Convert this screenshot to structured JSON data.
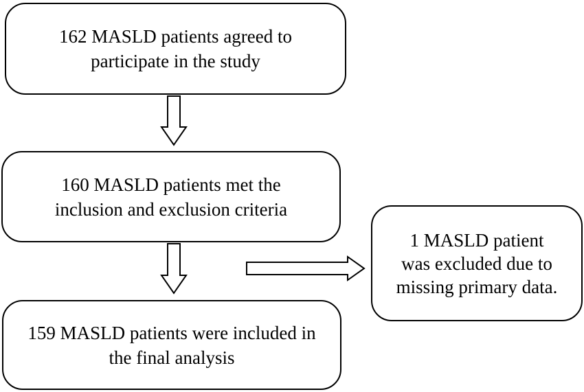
{
  "diagram": {
    "boxes": [
      {
        "id": "box-1",
        "lines": [
          "162 MASLD patients agreed to",
          "participate in the study"
        ]
      },
      {
        "id": "box-2",
        "lines": [
          "160 MASLD patients met the",
          "inclusion and exclusion criteria"
        ]
      },
      {
        "id": "box-3",
        "lines": [
          "159 MASLD patients were included in",
          "the final analysis"
        ]
      },
      {
        "id": "box-4",
        "lines": [
          "1 MASLD patient",
          "was excluded due to",
          "missing primary data."
        ]
      }
    ],
    "arrows": [
      {
        "from": "box-1",
        "to": "box-2",
        "style": "hollow"
      },
      {
        "from": "box-2",
        "to": "box-3",
        "style": "hollow"
      },
      {
        "from": "box-2",
        "to": "box-4",
        "style": "hollow"
      }
    ],
    "colors": {
      "stroke": "#000000",
      "fill": "#ffffff"
    }
  }
}
